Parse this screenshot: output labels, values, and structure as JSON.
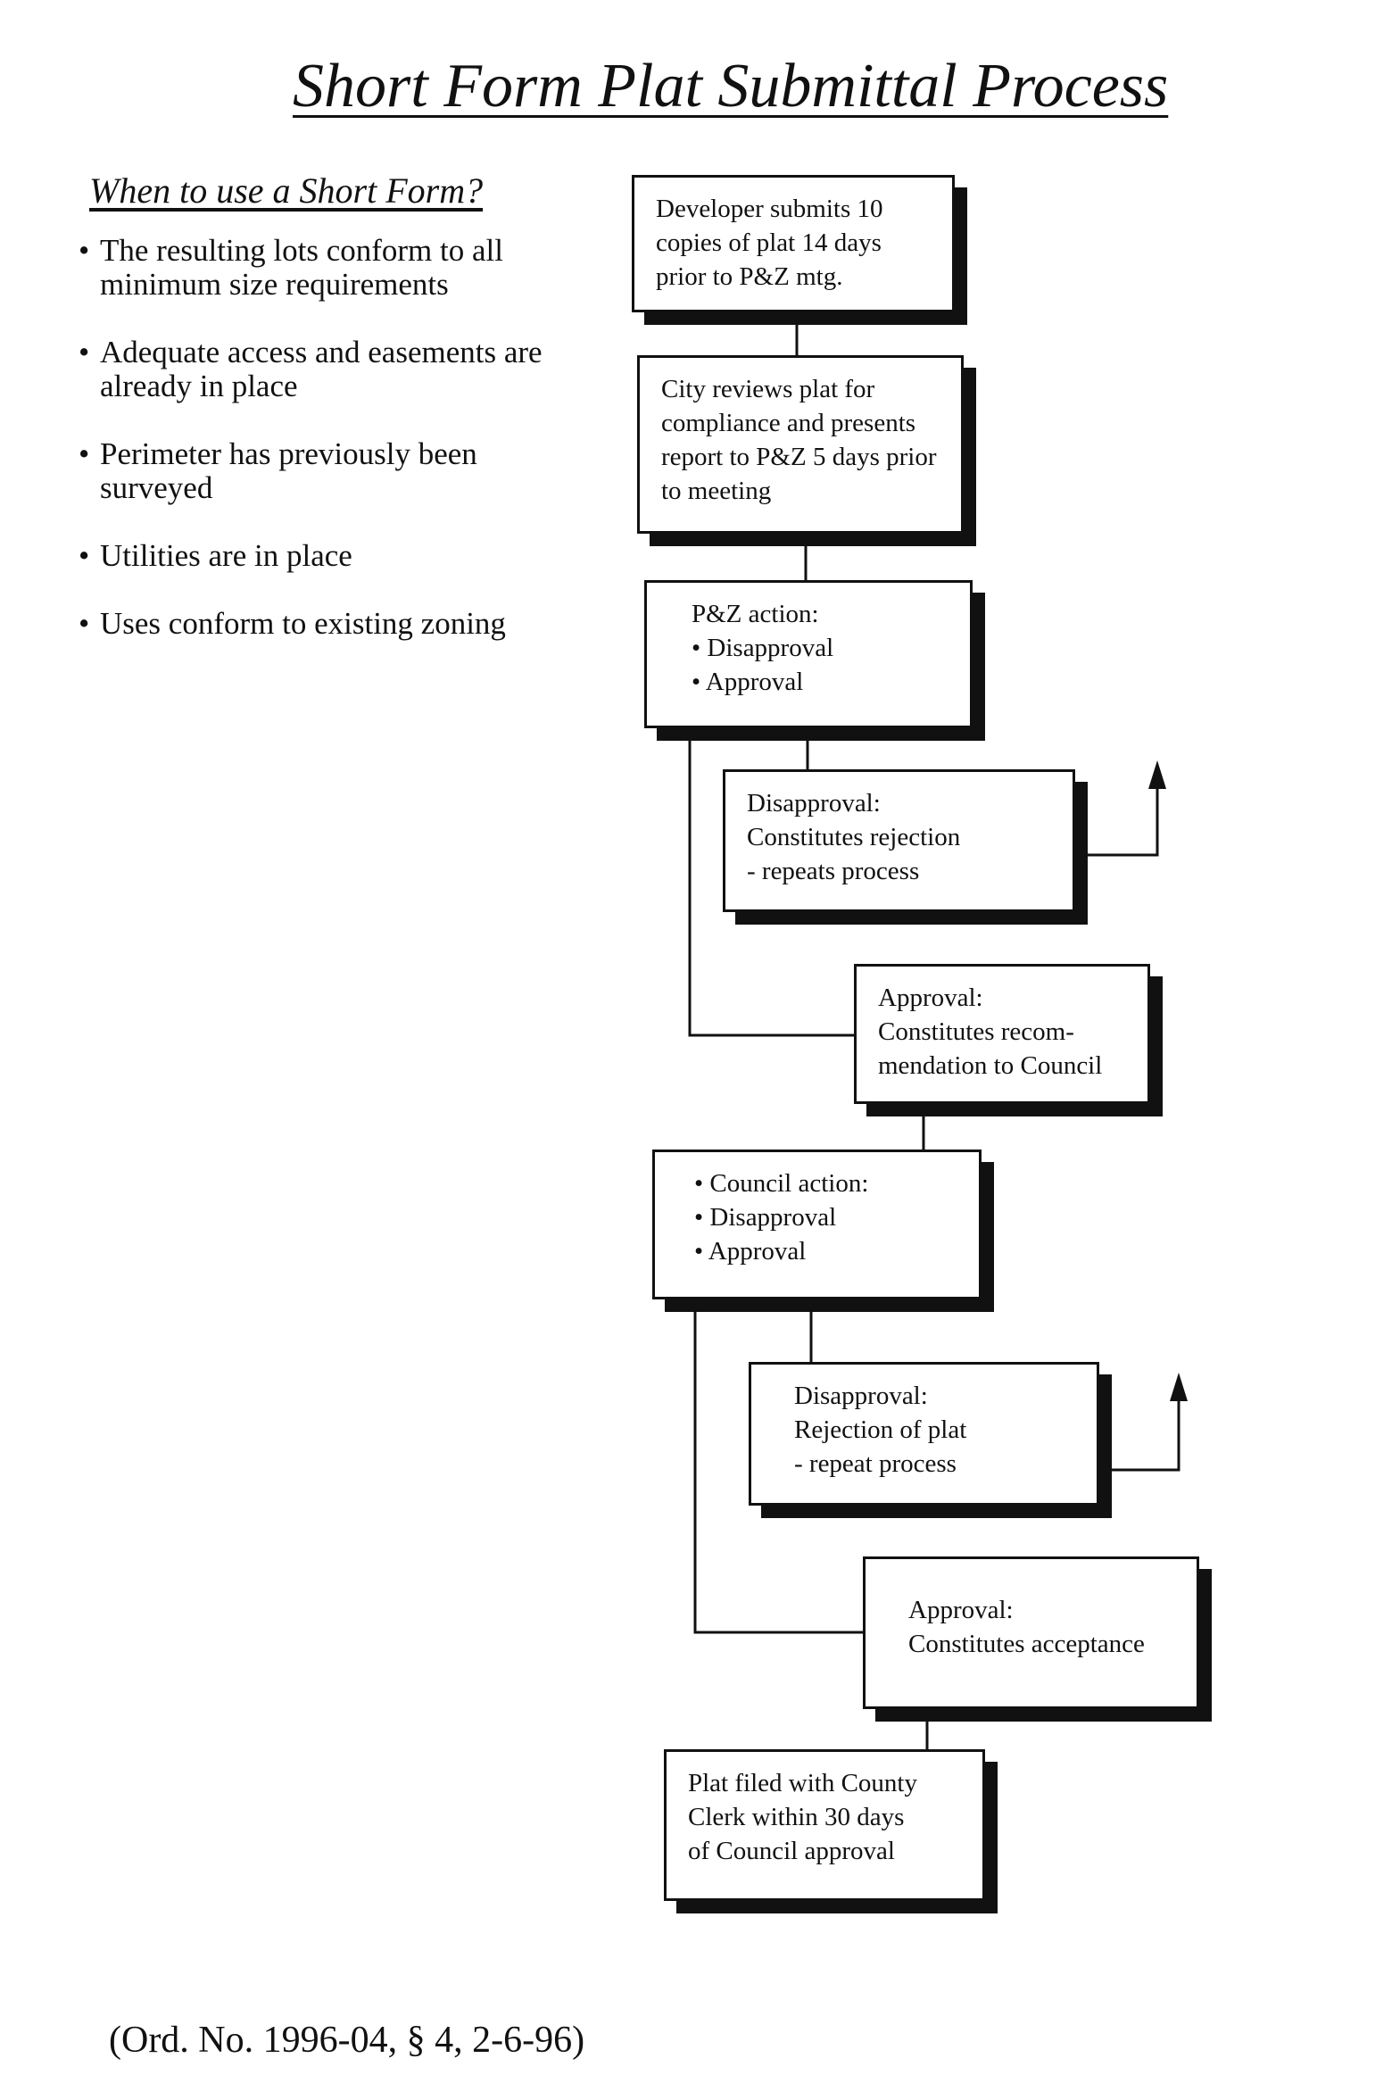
{
  "title": "Short Form Plat Submittal Process",
  "criteria": {
    "heading": "When to use a Short Form?",
    "items": [
      "The resulting lots conform to all minimum size requirements",
      "Adequate access and easements are already in place",
      "Perimeter has previously been surveyed",
      "Utilities are in place",
      "Uses conform to existing zoning"
    ]
  },
  "flow": {
    "submit": "Developer submits 10\ncopies of plat 14 days\nprior to P&Z mtg.",
    "review": "City reviews plat for\ncompliance and presents\nreport to P&Z 5 days prior\nto meeting",
    "pz_action": "P&Z action:\n• Disapproval\n• Approval",
    "pz_disapproval": "Disapproval:\nConstitutes rejection\n- repeats process",
    "pz_approval": "Approval:\nConstitutes recom-\nmendation to Council",
    "council_action": "• Council action:\n• Disapproval\n• Approval",
    "council_disapproval": "Disapproval:\nRejection of plat\n- repeat process",
    "council_approval": "Approval:\nConstitutes acceptance",
    "filed": "Plat filed with County\nClerk within 30 days\nof Council approval"
  },
  "citation": "(Ord. No. 1996-04, § 4, 2-6-96)"
}
